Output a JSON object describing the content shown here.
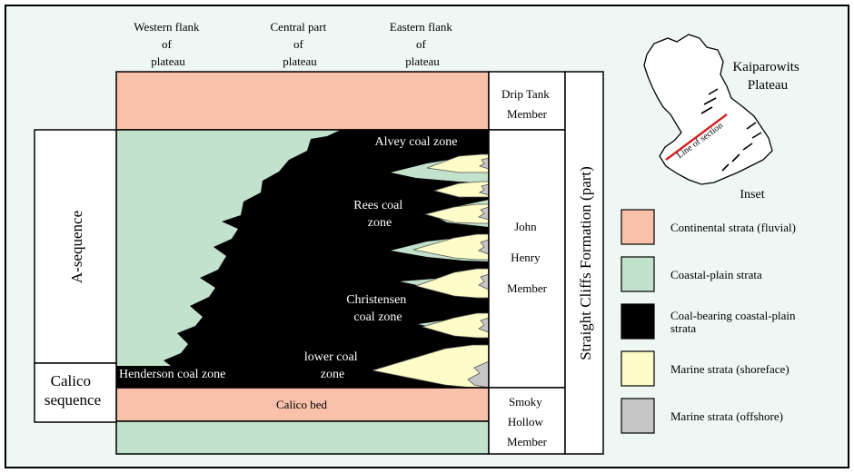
{
  "headers": {
    "western": [
      "Western flank",
      "of",
      "plateau"
    ],
    "central": [
      "Central part",
      "of",
      "plateau"
    ],
    "eastern": [
      "Eastern flank",
      "of",
      "plateau"
    ]
  },
  "sequences": {
    "a_sequence": "A-sequence",
    "calico": [
      "Calico",
      "sequence"
    ]
  },
  "members": {
    "drip_tank": [
      "Drip Tank",
      "Member"
    ],
    "john_henry": [
      "John",
      "Henry",
      "Member"
    ],
    "smoky_hollow": [
      "Smoky",
      "Hollow",
      "Member"
    ]
  },
  "formation": "Straight Cliffs Formation (part)",
  "coal_zones": {
    "alvey": "Alvey coal zone",
    "rees": [
      "Rees coal",
      "zone"
    ],
    "christensen": [
      "Christensen",
      "coal zone"
    ],
    "lower": [
      "lower coal",
      "zone"
    ],
    "henderson": "Henderson coal zone"
  },
  "calico_bed": "Calico bed",
  "inset": {
    "name": [
      "Kaiparowits",
      "Plateau"
    ],
    "line_label": "Line of section",
    "caption": "Inset"
  },
  "legend": [
    {
      "label": [
        "Continental strata (fluvial)"
      ],
      "color": "#f9c1aa"
    },
    {
      "label": [
        "Coastal-plain strata"
      ],
      "color": "#c2e2cb"
    },
    {
      "label": [
        "Coal-bearing coastal-plain",
        "strata"
      ],
      "color": "#000000"
    },
    {
      "label": [
        "Marine strata (shoreface)"
      ],
      "color": "#fefcc8"
    },
    {
      "label": [
        "Marine strata (offshore)"
      ],
      "color": "#c6c6c6"
    }
  ],
  "colors": {
    "background": "#eef7f3",
    "continental": "#f9c1aa",
    "coastal_plain": "#c2e2cb",
    "coal": "#000000",
    "shoreface": "#fefcc8",
    "offshore": "#c6c6c6",
    "line_of_section": "#d42020"
  }
}
